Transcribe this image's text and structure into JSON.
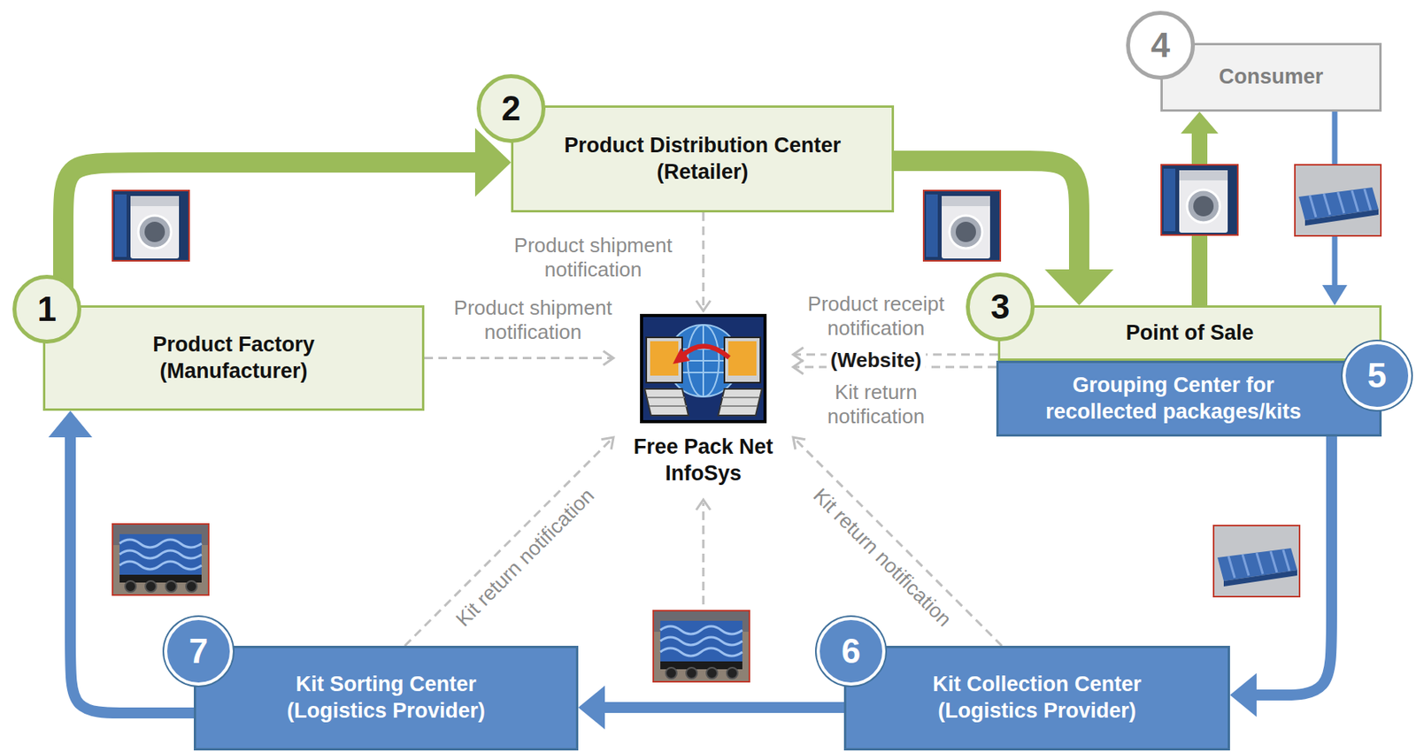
{
  "diagram": {
    "nodes": [
      {
        "text": [
          "Product Factory (Manufacturer)"
        ]
      },
      {
        "text": [
          "Product Distribution Center (Retailer)"
        ]
      },
      {
        "text": [
          "Point of Sale"
        ]
      },
      {
        "text": [
          "Consumer"
        ]
      },
      {
        "text": [
          "Grouping Center for recollected packages/kits"
        ]
      },
      {
        "text": [
          "Kit Collection Center (Logistics Provider)"
        ]
      },
      {
        "text": [
          "Kit Sorting Center (Logistics Provider)"
        ]
      },
      {
        "text": [
          "Free Pack Net InfoSys"
        ]
      }
    ],
    "edges": [
      {
        "from": 0,
        "to": 1,
        "arrow": "to"
      },
      {
        "from": 1,
        "to": 2,
        "arrow": "to"
      },
      {
        "from": 2,
        "to": 3,
        "arrow": "to"
      },
      {
        "from": 3,
        "to": 2,
        "arrow": "to"
      },
      {
        "from": 4,
        "to": 5,
        "arrow": "to"
      },
      {
        "from": 5,
        "to": 6,
        "arrow": "to"
      },
      {
        "from": 6,
        "to": 0,
        "arrow": "to"
      },
      {
        "from": 0,
        "to": 7,
        "label": "Product shipment notification",
        "arrow": "to"
      },
      {
        "from": 1,
        "to": 7,
        "label": "Product shipment notification",
        "arrow": "to"
      },
      {
        "from": 2,
        "to": 7,
        "label": "Product receipt notification",
        "arrow": "to"
      },
      {
        "from": 4,
        "to": 7,
        "label": "Kit return notification",
        "arrow": "to"
      },
      {
        "from": 6,
        "to": 7,
        "label": "Kit return notification",
        "arrow": "to"
      },
      {
        "from": 5,
        "to": 7,
        "label": "Kit return notification",
        "arrow": "to"
      }
    ],
    "labels": [
      "1",
      "2",
      "3",
      "4",
      "5",
      "6",
      "7",
      "(Website)"
    ]
  }
}
